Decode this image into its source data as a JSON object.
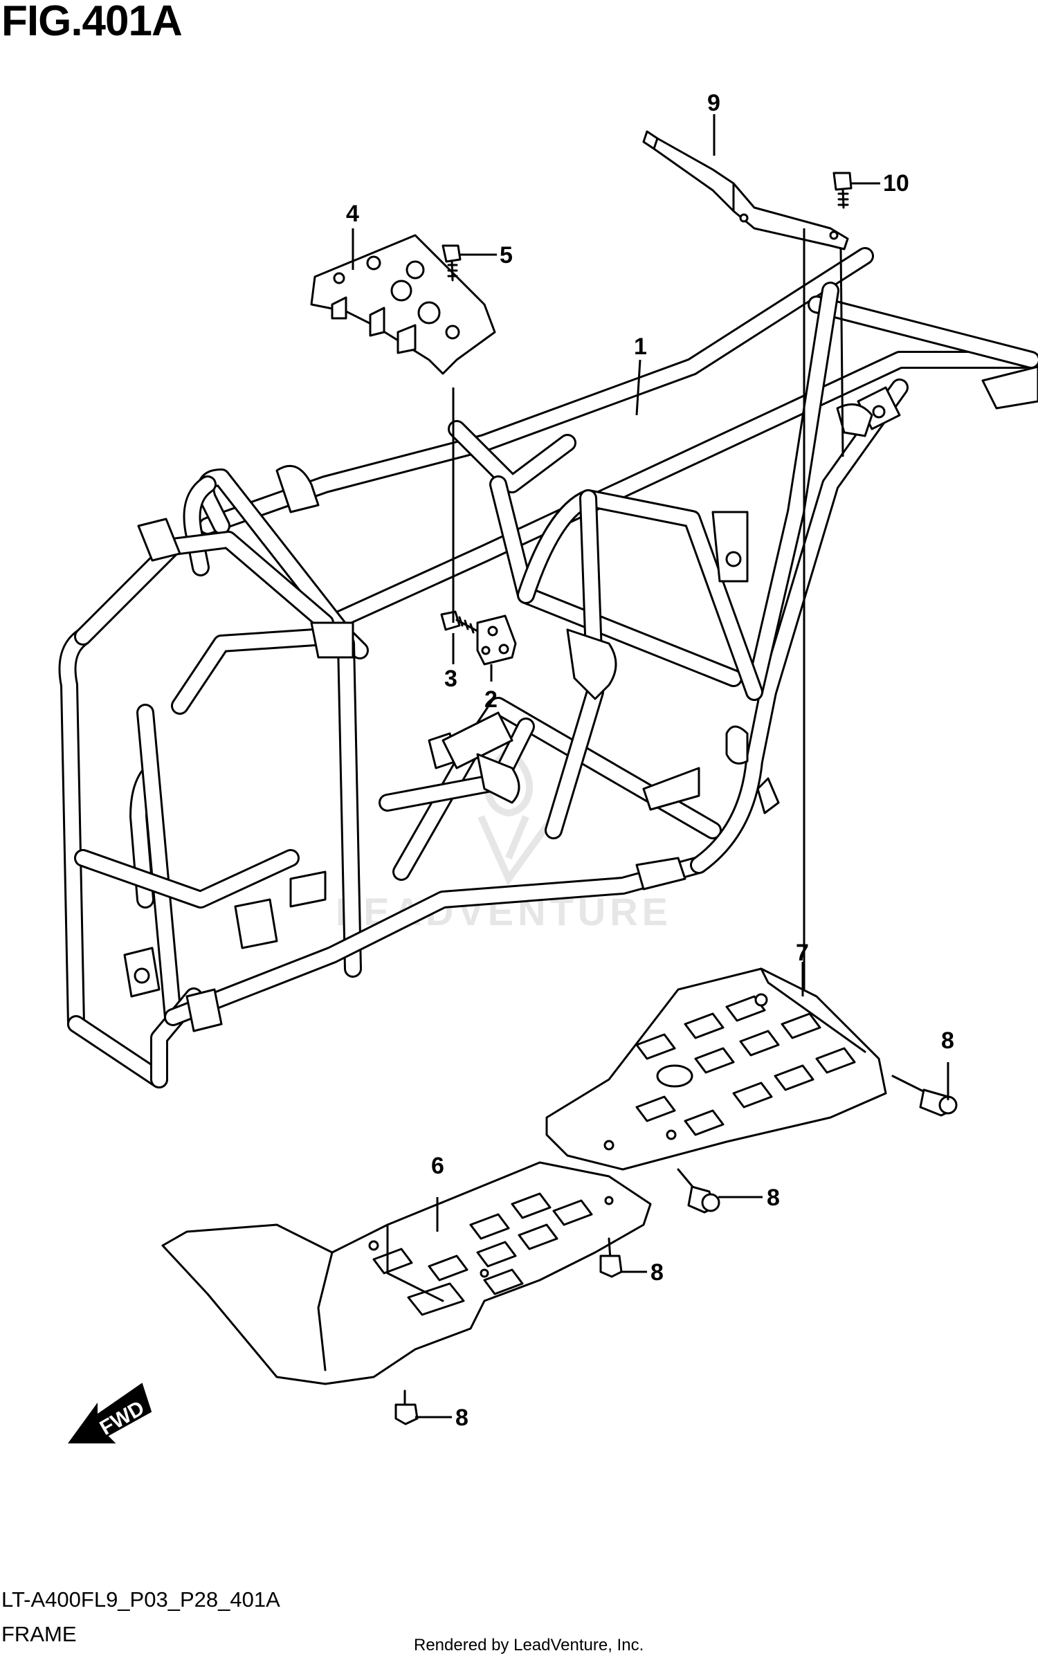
{
  "figure": {
    "title": "FIG.401A",
    "model_code": "LT-A400FL9_P03_P28_401A",
    "section_name": "FRAME",
    "rendered_by": "Rendered by LeadVenture, Inc.",
    "watermark_text": "LEADVENTURE",
    "fwd_label": "FWD"
  },
  "callouts": [
    {
      "label": "1"
    },
    {
      "label": "2"
    },
    {
      "label": "3"
    },
    {
      "label": "4"
    },
    {
      "label": "5"
    },
    {
      "label": "6"
    },
    {
      "label": "7"
    },
    {
      "label": "8"
    },
    {
      "label": "8"
    },
    {
      "label": "8"
    },
    {
      "label": "8"
    },
    {
      "label": "9"
    },
    {
      "label": "10"
    }
  ],
  "icons": [
    "fwd-arrow-icon",
    "bolt-icon",
    "leadventure-logo-icon"
  ],
  "colors": {
    "line": "#000000",
    "background": "#ffffff",
    "watermark": "#e6e6e6"
  }
}
